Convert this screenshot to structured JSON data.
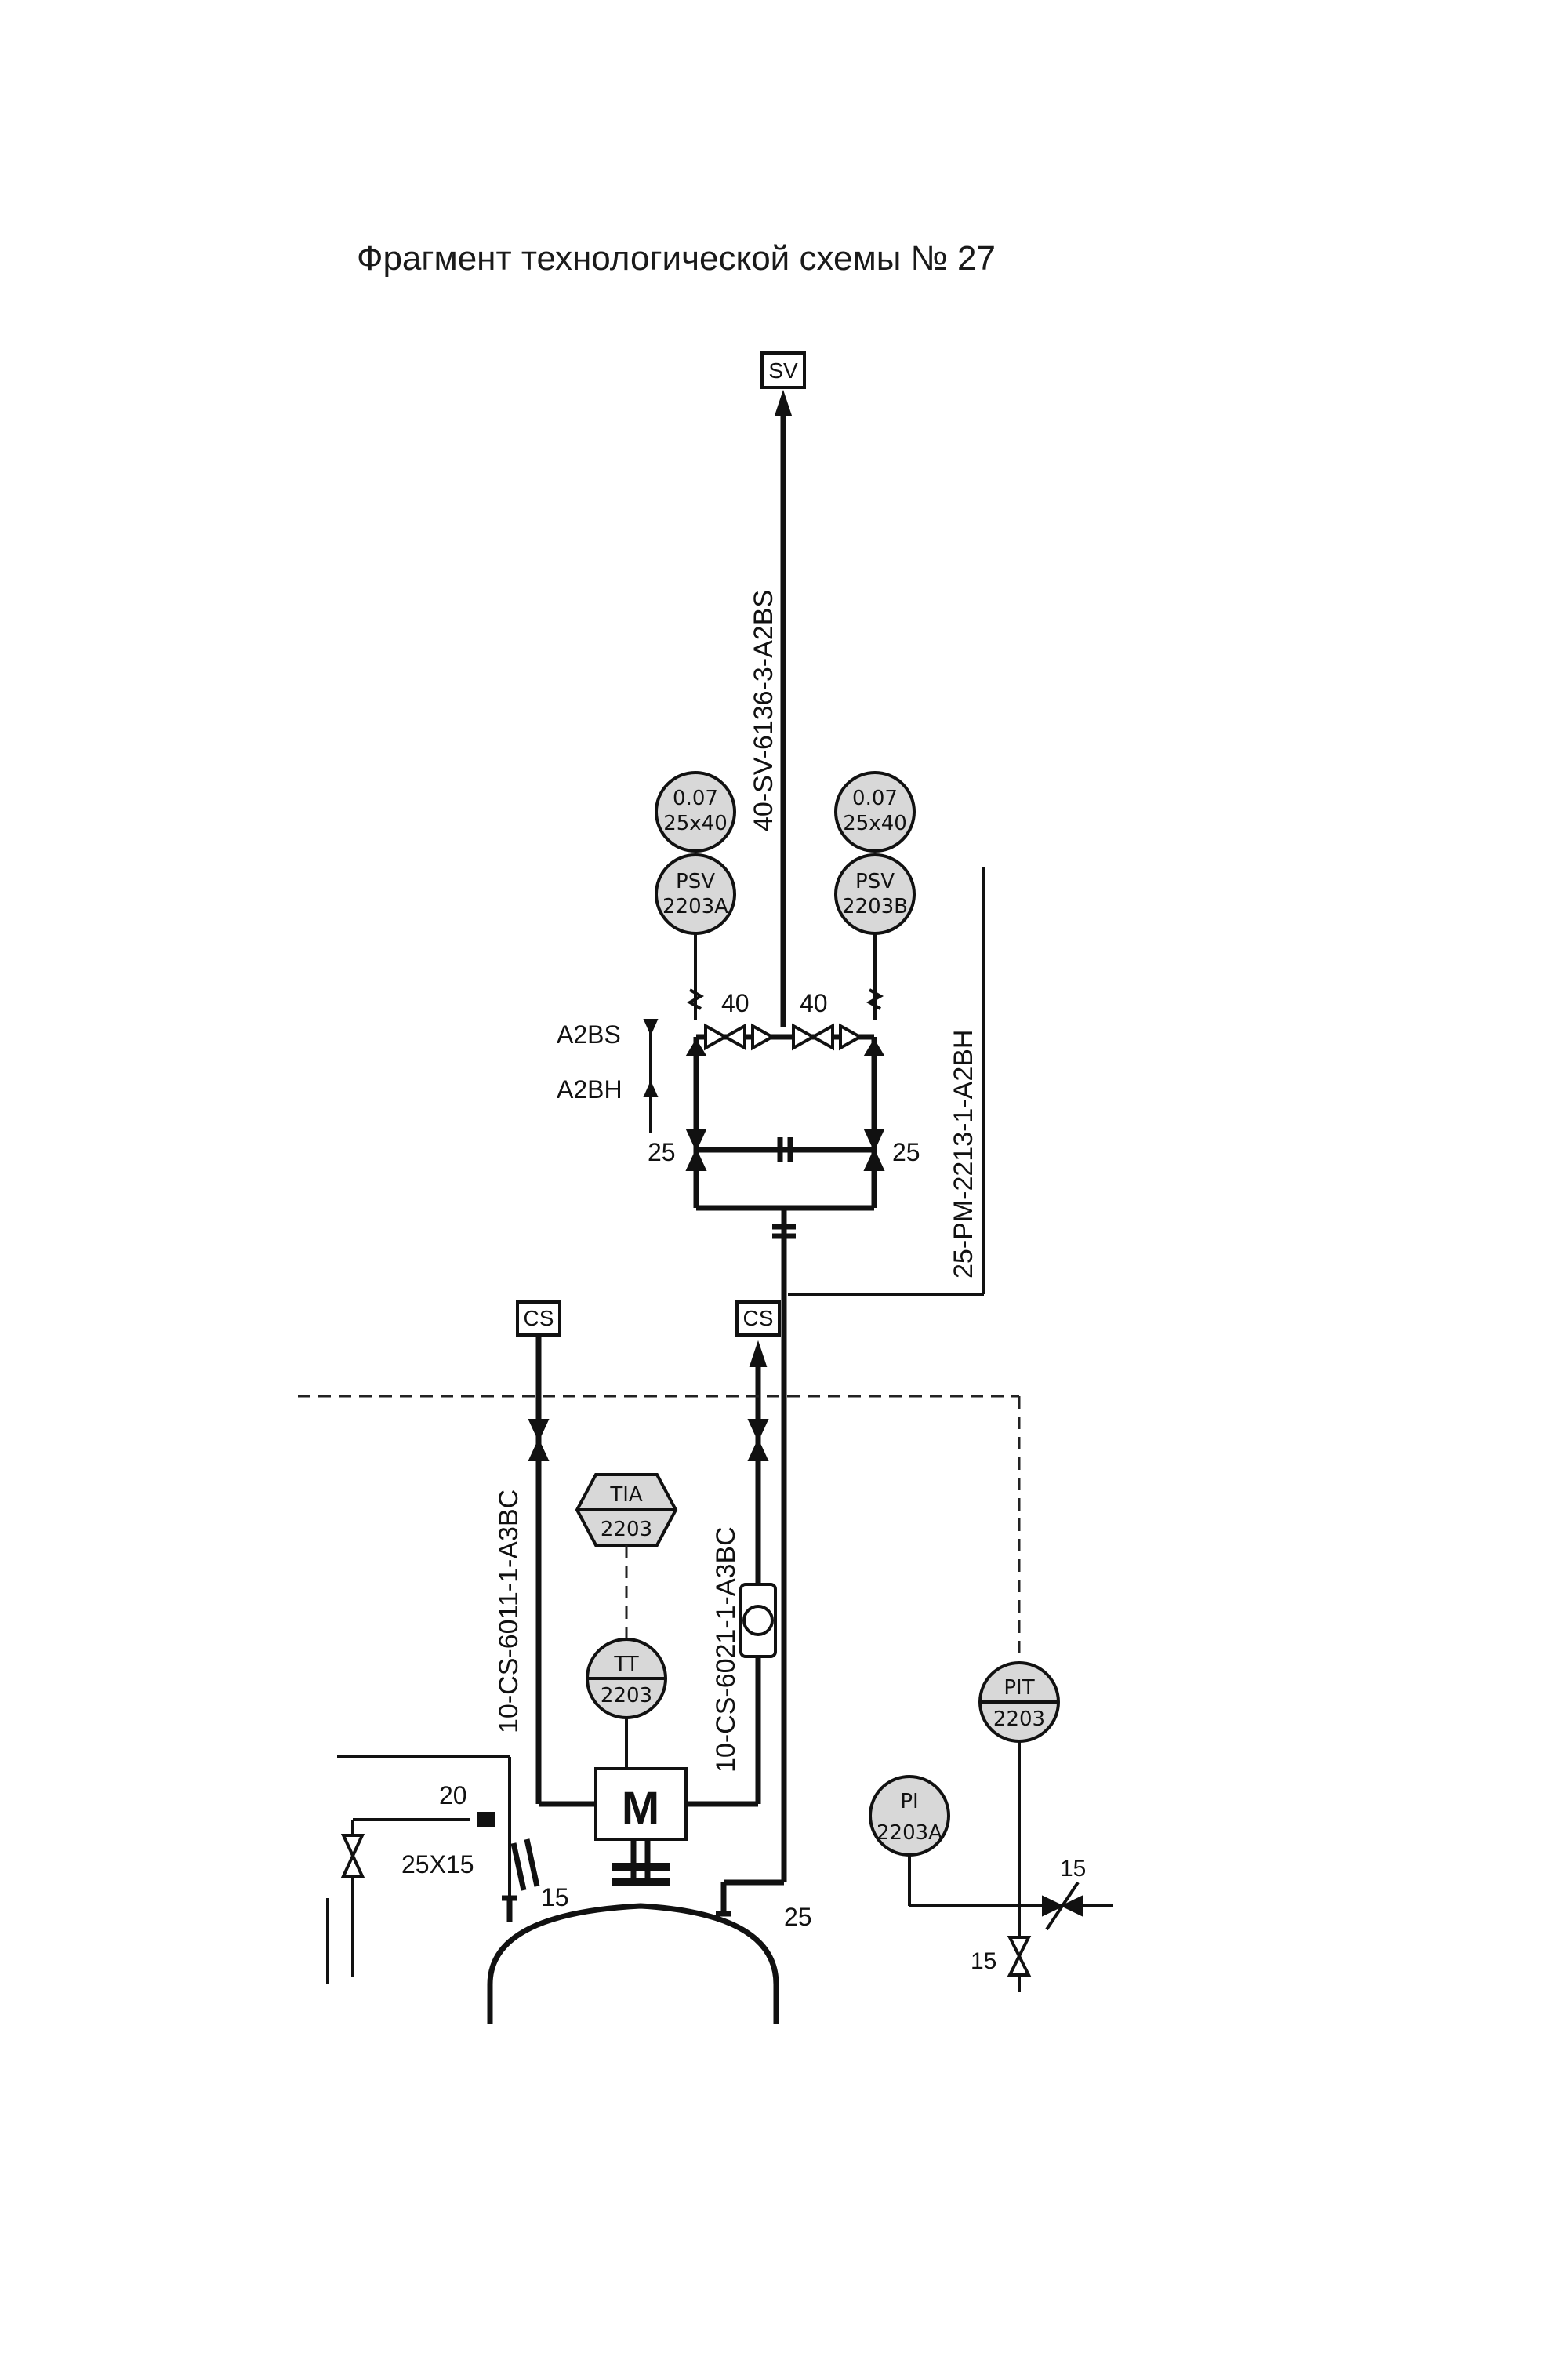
{
  "title": "Фрагмент технологической схемы № 27",
  "diagram": {
    "terminals": {
      "sv": "SV",
      "cs_left": "CS",
      "cs_right": "CS"
    },
    "lines": {
      "sv_header": "40-SV-6136-3-A2BS",
      "pm_line": "25-PM-2213-1-A2BH",
      "cs_left": "10-CS-6011-1-A3BC",
      "cs_right": "10-CS-6021-1-A3BC"
    },
    "spec_changes": {
      "upper": "A2BS",
      "lower": "A2BH"
    },
    "safety_valves": [
      {
        "tag": "PSV",
        "number": "2203A",
        "set_pressure": "0.07",
        "size": "25x40"
      },
      {
        "tag": "PSV",
        "number": "2203B",
        "set_pressure": "0.07",
        "size": "25x40"
      }
    ],
    "instruments": {
      "tia": {
        "tag": "TIA",
        "number": "2203"
      },
      "tt": {
        "tag": "TT",
        "number": "2203"
      },
      "pit": {
        "tag": "PIT",
        "number": "2203"
      },
      "pi": {
        "tag": "PI",
        "number": "2203A"
      }
    },
    "motor": "M",
    "sizes": {
      "psv_outlet_left": "40",
      "psv_outlet_right": "40",
      "isolation_left": "25",
      "isolation_right": "25",
      "nozzle_20": "20",
      "reducer": "25X15",
      "nozzle_15_left": "15",
      "nozzle_25": "25",
      "valve_15_top": "15",
      "valve_15_bottom": "15"
    }
  }
}
